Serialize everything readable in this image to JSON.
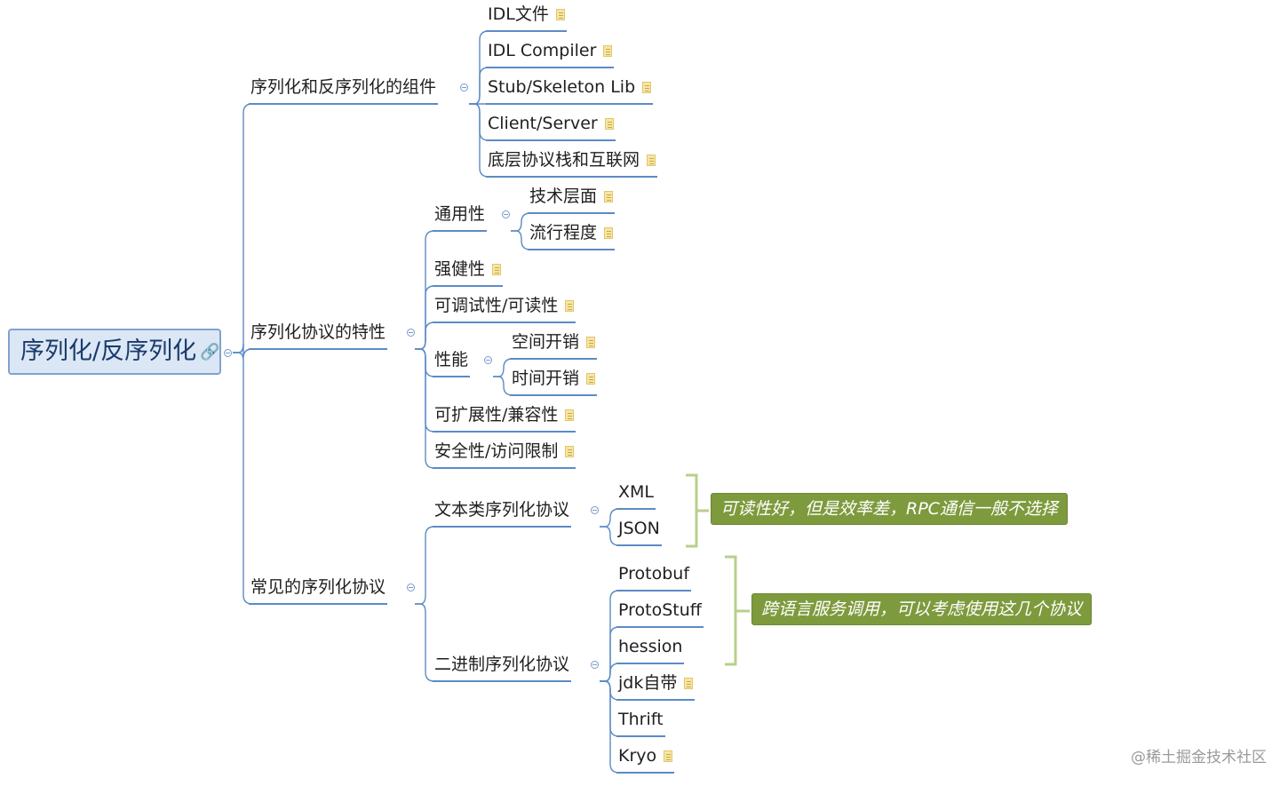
{
  "root": {
    "label": "序列化/反序列化",
    "icon": "link-icon"
  },
  "branches": [
    {
      "label": "序列化和反序列化的组件",
      "children": [
        {
          "label": "IDL文件"
        },
        {
          "label": "IDL Compiler"
        },
        {
          "label": "Stub/Skeleton Lib"
        },
        {
          "label": "Client/Server"
        },
        {
          "label": "底层协议栈和互联网"
        }
      ]
    },
    {
      "label": "序列化协议的特性",
      "children": [
        {
          "label": "通用性",
          "children": [
            {
              "label": "技术层面"
            },
            {
              "label": "流行程度"
            }
          ]
        },
        {
          "label": "强健性"
        },
        {
          "label": "可调试性/可读性"
        },
        {
          "label": "性能",
          "children": [
            {
              "label": "空间开销"
            },
            {
              "label": "时间开销"
            }
          ]
        },
        {
          "label": "可扩展性/兼容性"
        },
        {
          "label": "安全性/访问限制"
        }
      ]
    },
    {
      "label": "常见的序列化协议",
      "children": [
        {
          "label": "文本类序列化协议",
          "children": [
            {
              "label": "XML"
            },
            {
              "label": "JSON"
            }
          ]
        },
        {
          "label": "二进制序列化协议",
          "children": [
            {
              "label": "Protobuf"
            },
            {
              "label": "ProtoStuff"
            },
            {
              "label": "hession"
            },
            {
              "label": "jdk自带"
            },
            {
              "label": "Thrift"
            },
            {
              "label": "Kryo"
            }
          ]
        }
      ]
    }
  ],
  "callouts": {
    "text_protocols": "可读性好，但是效率差，RPC通信一般不选择",
    "binary_protocols": "跨语言服务调用，可以考虑使用这几个协议"
  },
  "watermark": "@稀土掘金技术社区",
  "colors": {
    "connector": "#5b8bc6",
    "root_fill": "#dbe7f5",
    "root_border": "#7fa3d1",
    "callout_fill": "#7d9a3d",
    "bracket": "#b9cf8a",
    "note_icon": "#f7e6a3"
  }
}
